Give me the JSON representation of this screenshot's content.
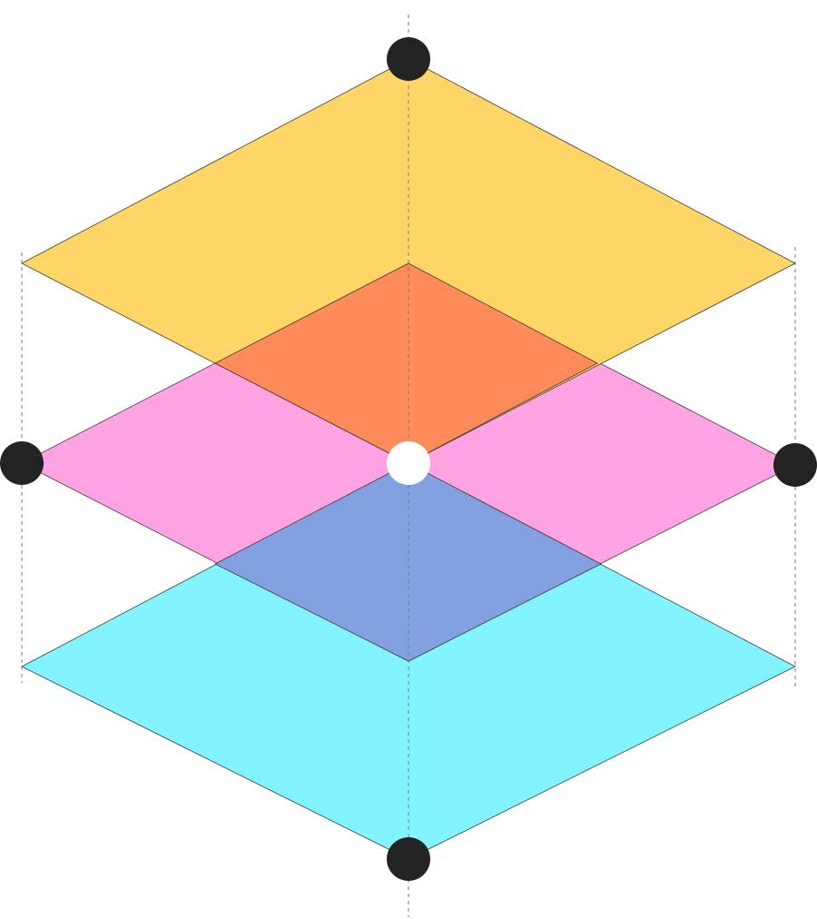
{
  "diagram": {
    "type": "stacked-isometric-layers",
    "layers": [
      {
        "name": "top-layer",
        "color": "#FFD666"
      },
      {
        "name": "middle-layer",
        "color": "#FFA3E2"
      },
      {
        "name": "bottom-layer",
        "color": "#82F4FF"
      }
    ],
    "overlap_colors": {
      "top_middle": "#FF8B5A",
      "middle_bottom": "#83A1E1"
    },
    "node_colors": {
      "outer": "#232323",
      "center": "#FFFFFF"
    },
    "guide_color": "#7A7A7A",
    "outline_color": "#3A3A3A"
  }
}
